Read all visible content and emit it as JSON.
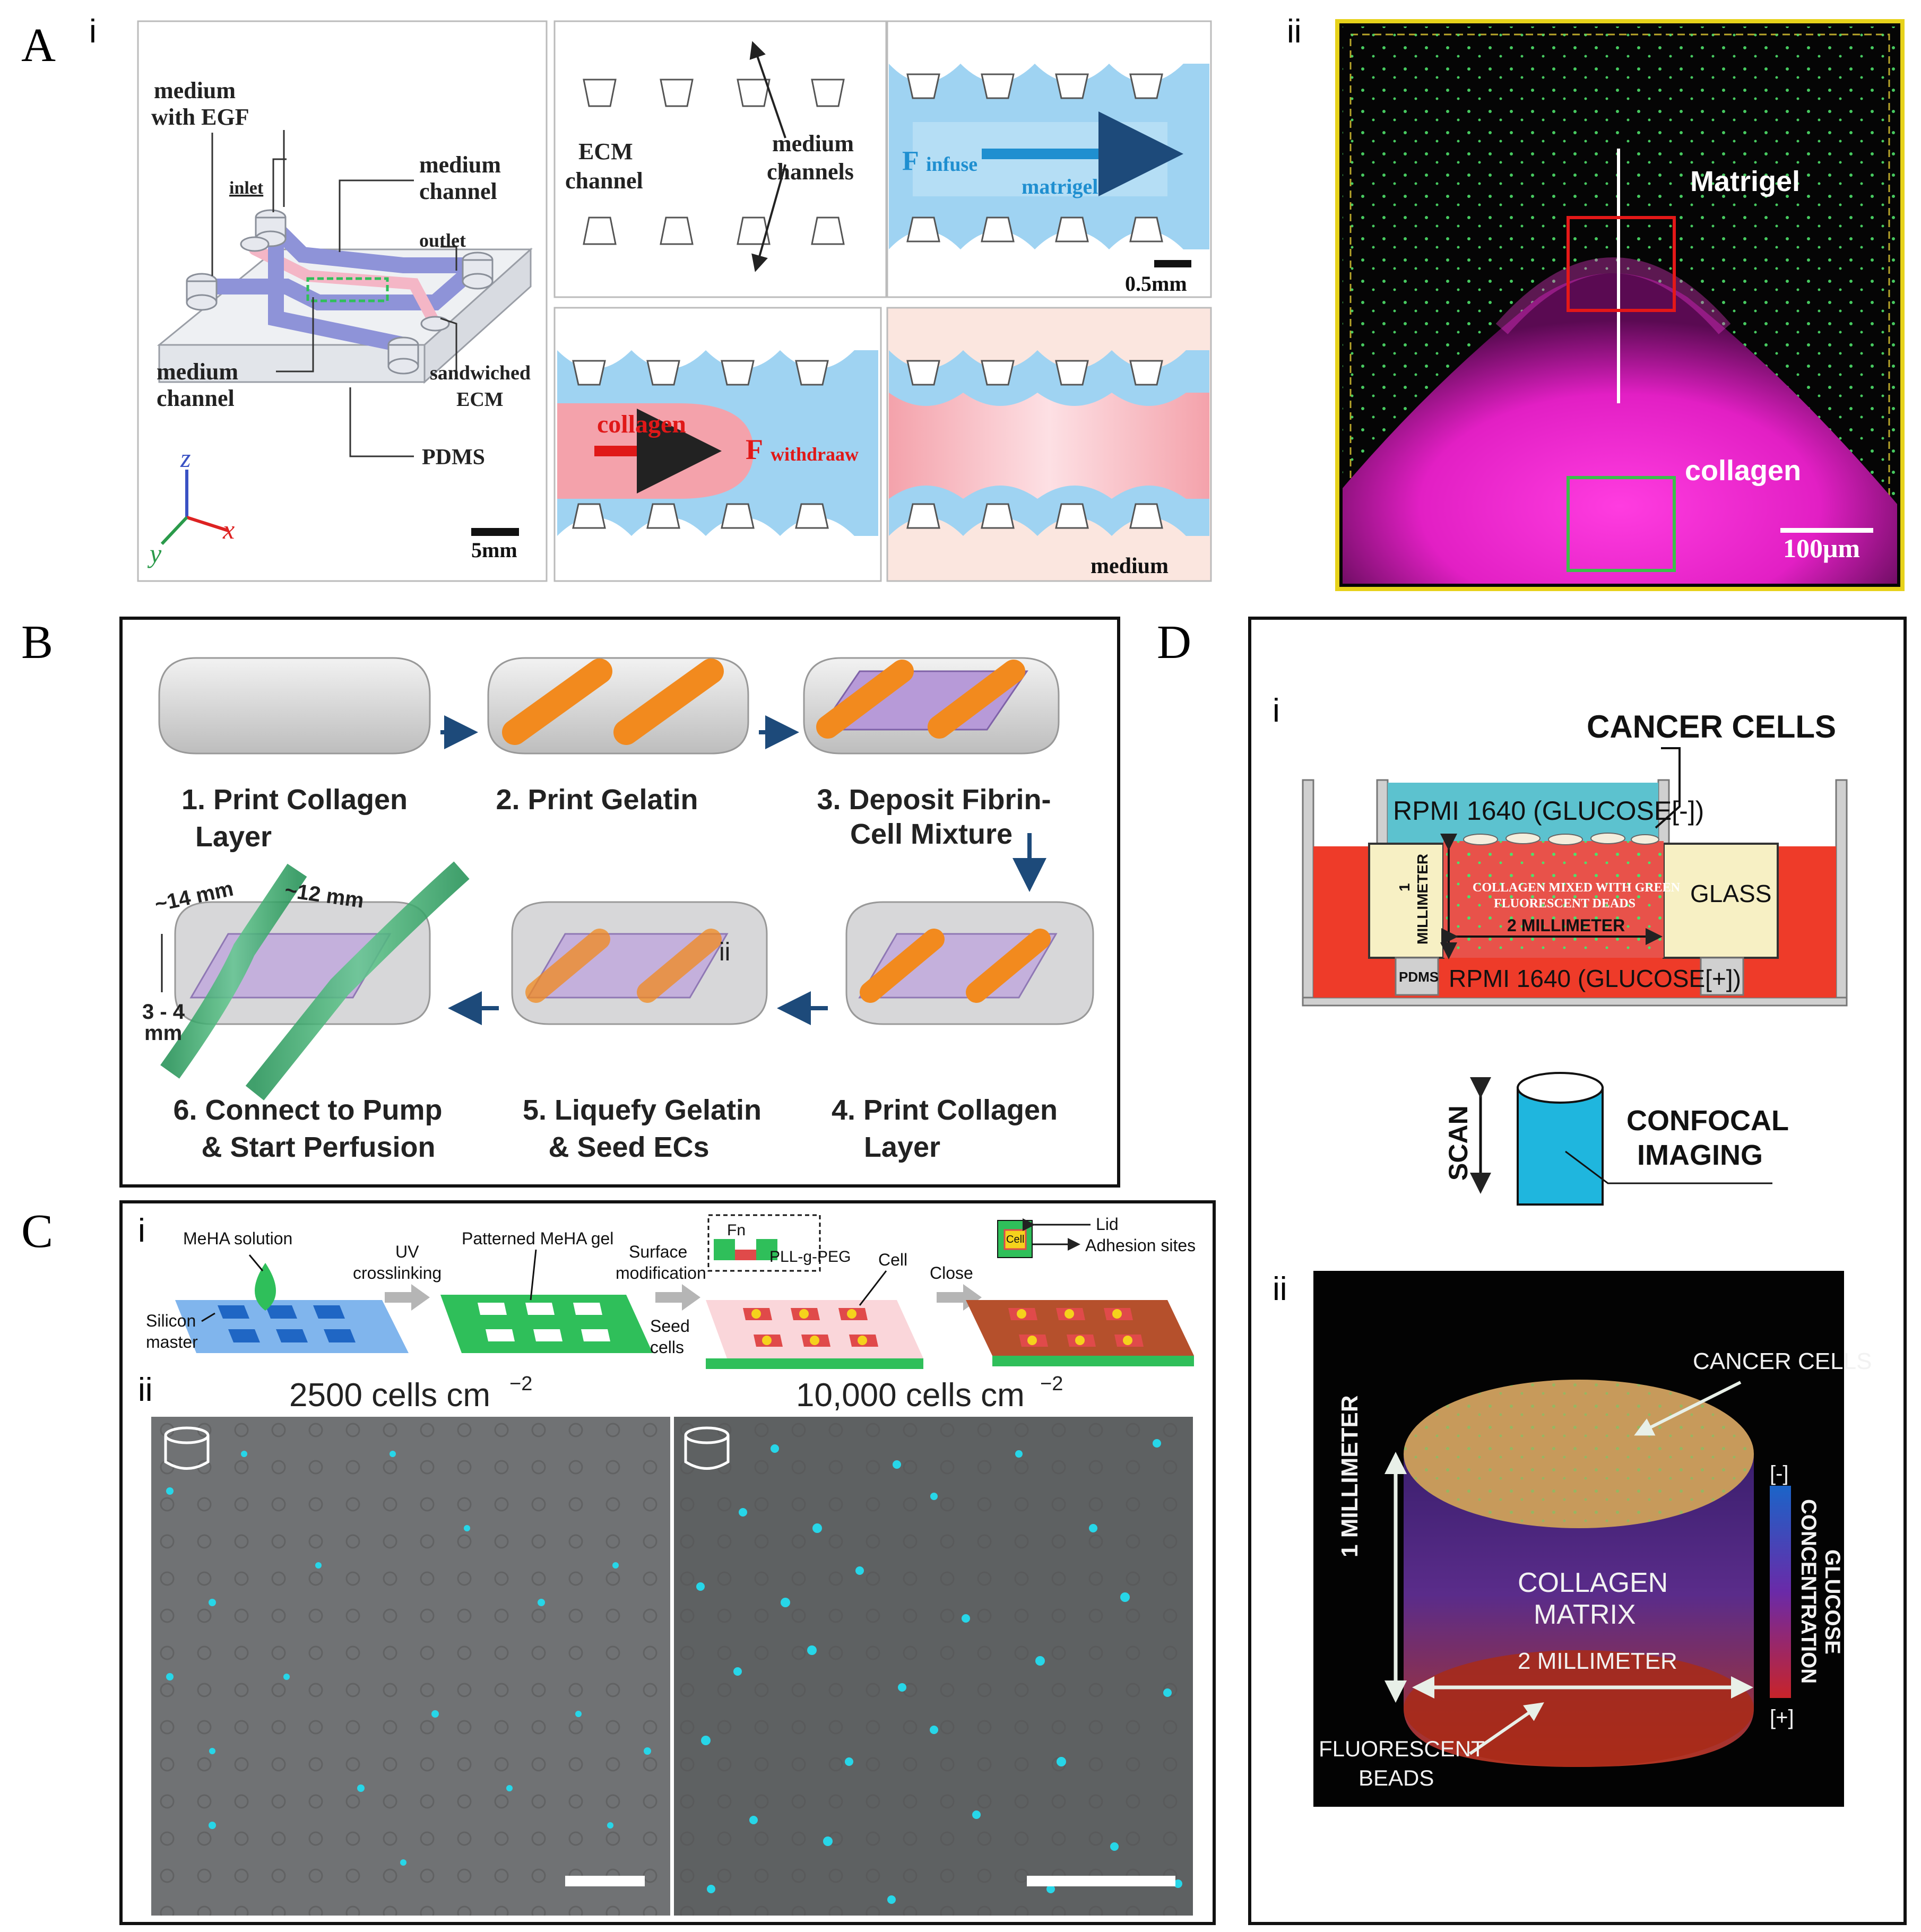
{
  "panelA": {
    "letter": "A",
    "sub_i": "i",
    "sub_ii": "ii",
    "device": {
      "medium_egf": [
        "medium",
        "with EGF"
      ],
      "inlet": "inlet",
      "medium_channel_top": [
        "medium",
        "channel"
      ],
      "outlet": "outlet",
      "medium_channel_bottom": [
        "medium",
        "channel"
      ],
      "sandwiched_ecm": [
        "sandwiched",
        "ECM"
      ],
      "pdms": "PDMS",
      "axis_z": "z",
      "axis_y": "y",
      "axis_x": "x",
      "scale": "5mm"
    },
    "step1": {
      "ecm_channel": [
        "ECM",
        "channel"
      ],
      "medium_channels": [
        "medium",
        "channels"
      ]
    },
    "step2": {
      "f": "F",
      "infuse": "infuse",
      "matrigel": "matrigel",
      "scale": "0.5mm"
    },
    "step3": {
      "collagen": "collagen",
      "f": "F",
      "withdraw": "withdraaw"
    },
    "step4": {
      "medium": "medium"
    },
    "micrograph": {
      "matrigel": "Matrigel",
      "collagen": "collagen",
      "scale": "100μm"
    }
  },
  "panelB": {
    "letter": "B",
    "steps": [
      {
        "line1": "1. Print Collagen",
        "line2": "Layer"
      },
      {
        "line1": "2. Print Gelatin",
        "line2": ""
      },
      {
        "line1": "3. Deposit Fibrin-",
        "line2": "Cell Mixture"
      },
      {
        "line1": "4. Print Collagen",
        "line2": "Layer"
      },
      {
        "line1": "5. Liquefy Gelatin",
        "line2": "& Seed ECs"
      },
      {
        "line1": "6. Connect to Pump",
        "line2": "& Start Perfusion"
      }
    ],
    "dim_14": "~14 mm",
    "dim_12": "~12 mm",
    "dim_h1": "3 - 4",
    "dim_h2": "mm",
    "ii": "ii"
  },
  "panelC": {
    "letter": "C",
    "sub_i": "i",
    "sub_ii": "ii",
    "labels": {
      "meha_solution": "MeHA solution",
      "silicon_master": [
        "Silicon",
        "master"
      ],
      "uv": [
        "UV",
        "crosslinking"
      ],
      "patterned": "Patterned MeHA gel",
      "surface": [
        "Surface",
        "modification"
      ],
      "seed": [
        "Seed",
        "cells"
      ],
      "fn": "Fn",
      "pll": "PLL-g-PEG",
      "cell": "Cell",
      "close": "Close",
      "lid": "Lid",
      "adhesion": "Adhesion sites",
      "cell_in_lid": "Cell"
    },
    "density_left": "2500 cells cm",
    "density_right": "10,000 cells cm",
    "superscript": "−2"
  },
  "panelD": {
    "letter": "D",
    "sub_i": "i",
    "sub_ii": "ii",
    "schematic": {
      "cancer_cells": "CANCER CELLS",
      "rpmi_minus": "RPMI 1640 (GLUCOSE[-])",
      "rpmi_plus": "RPMI 1640 (GLUCOSE[+])",
      "one": "1",
      "millimeter": "MILLIMETER",
      "collagen_mix": [
        "COLLAGEN MIXED WITH GREEN",
        "FLUORESCENT DEADS"
      ],
      "two_mm": "2 MILLIMETER",
      "glass": "GLASS",
      "pdms": "PDMS",
      "scan": "SCAN",
      "confocal": [
        "CONFOCAL",
        "IMAGING"
      ]
    },
    "render": {
      "cancer_cells": "CANCER CELLS",
      "one_mm": "1 MILLIMETER",
      "collagen": [
        "COLLAGEN",
        "MATRIX"
      ],
      "two_mm": "2 MILLIMETER",
      "beads": [
        "FLUORESCENT",
        "BEADS"
      ],
      "minus": "[-]",
      "plus": "[+]",
      "glucose": "GLUCOSE",
      "concentration": "CONCENTRATION"
    }
  },
  "colors": {
    "channel_blue": "#8ec8ee",
    "collagen_pink": "#f4a2ab",
    "magenta": "#ff2bd6",
    "orange": "#f28a1e",
    "fibrin_purple": "#b79ad8",
    "medium_red": "#ee3b29",
    "medium_cyan": "#5cc2cf",
    "meha_green": "#2fbf5a",
    "cell_cyan": "#27d6e8"
  }
}
